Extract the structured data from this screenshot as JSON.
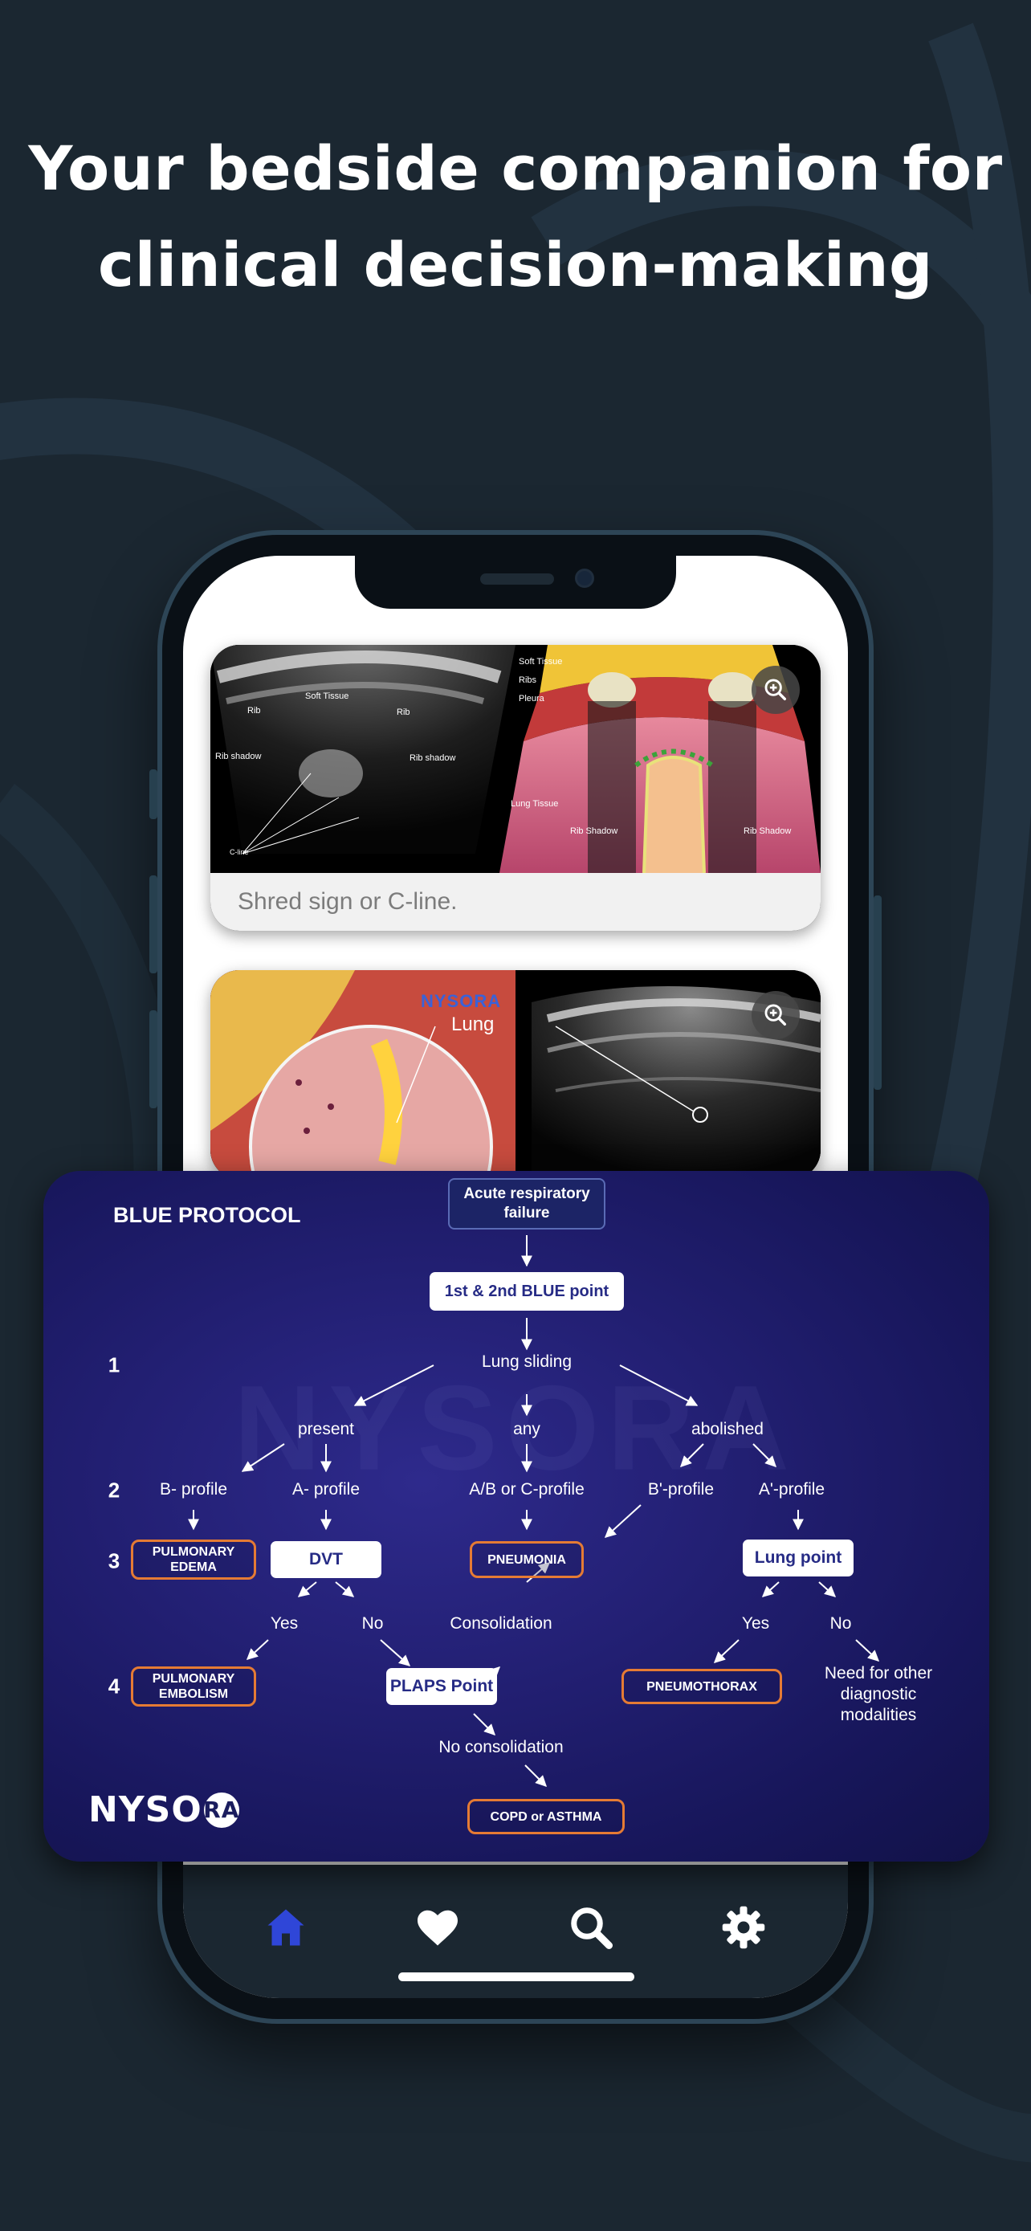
{
  "headline": {
    "line1": "Your bedside companion for",
    "line2": "clinical decision-making"
  },
  "cards": [
    {
      "caption": "Shred sign or C-line.",
      "labels": {
        "soft_tissue_left": "Soft Tissue",
        "rib_a": "Rib",
        "rib_b": "Rib",
        "rib_shadow_a": "Rib shadow",
        "rib_shadow_b": "Rib shadow",
        "c_line": "C-line",
        "soft_tissue_right": "Soft Tissue",
        "ribs": "Ribs",
        "pleura": "Pleura",
        "lung_tissue": "Lung Tissue",
        "rib_shadow_c": "Rib Shadow",
        "rib_shadow_d": "Rib Shadow"
      }
    },
    {
      "caption": "",
      "labels": {
        "lung": "Lung",
        "brand": "NYSORA"
      }
    }
  ],
  "protocol": {
    "title": "BLUE PROTOCOL",
    "watermark": "NYSORA",
    "logo_text": "NYSO",
    "logo_ring": "RA",
    "row_numbers": [
      "1",
      "2",
      "3",
      "4"
    ],
    "nodes": {
      "start": "Acute respiratory failure",
      "blue_point": "1st & 2nd BLUE point",
      "lung_sliding": "Lung sliding",
      "present": "present",
      "any": "any",
      "abolished": "abolished",
      "b_profile": "B- profile",
      "a_profile": "A- profile",
      "ab_c_profile": "A/B or C-profile",
      "b_prime_profile": "B'-profile",
      "a_prime_profile": "A'-profile",
      "pulmonary_edema": "PULMONARY EDEMA",
      "dvt": "DVT",
      "pneumonia": "PNEUMONIA",
      "lung_point": "Lung point",
      "yes_left": "Yes",
      "no_left": "No",
      "consolidation": "Consolidation",
      "yes_right": "Yes",
      "no_right": "No",
      "pulmonary_embolism": "PULMONARY EMBOLISM",
      "plaps_point": "PLAPS Point",
      "pneumothorax": "PNEUMOTHORAX",
      "other_modalities": "Need for other diagnostic modalities",
      "no_consolidation": "No consolidation",
      "copd_asthma": "COPD or ASTHMA"
    }
  },
  "tabbar": {
    "items": [
      {
        "name": "home",
        "icon": "home-icon",
        "active": true
      },
      {
        "name": "favorites",
        "icon": "heart-icon",
        "active": false
      },
      {
        "name": "search",
        "icon": "search-icon",
        "active": false
      },
      {
        "name": "settings",
        "icon": "gear-icon",
        "active": false
      }
    ],
    "active_color": "#2f46d8",
    "inactive_color": "#ffffff"
  },
  "colors": {
    "background": "#1b2731",
    "protocol_bg": "#221f72",
    "orange_box": "#e57b34"
  }
}
